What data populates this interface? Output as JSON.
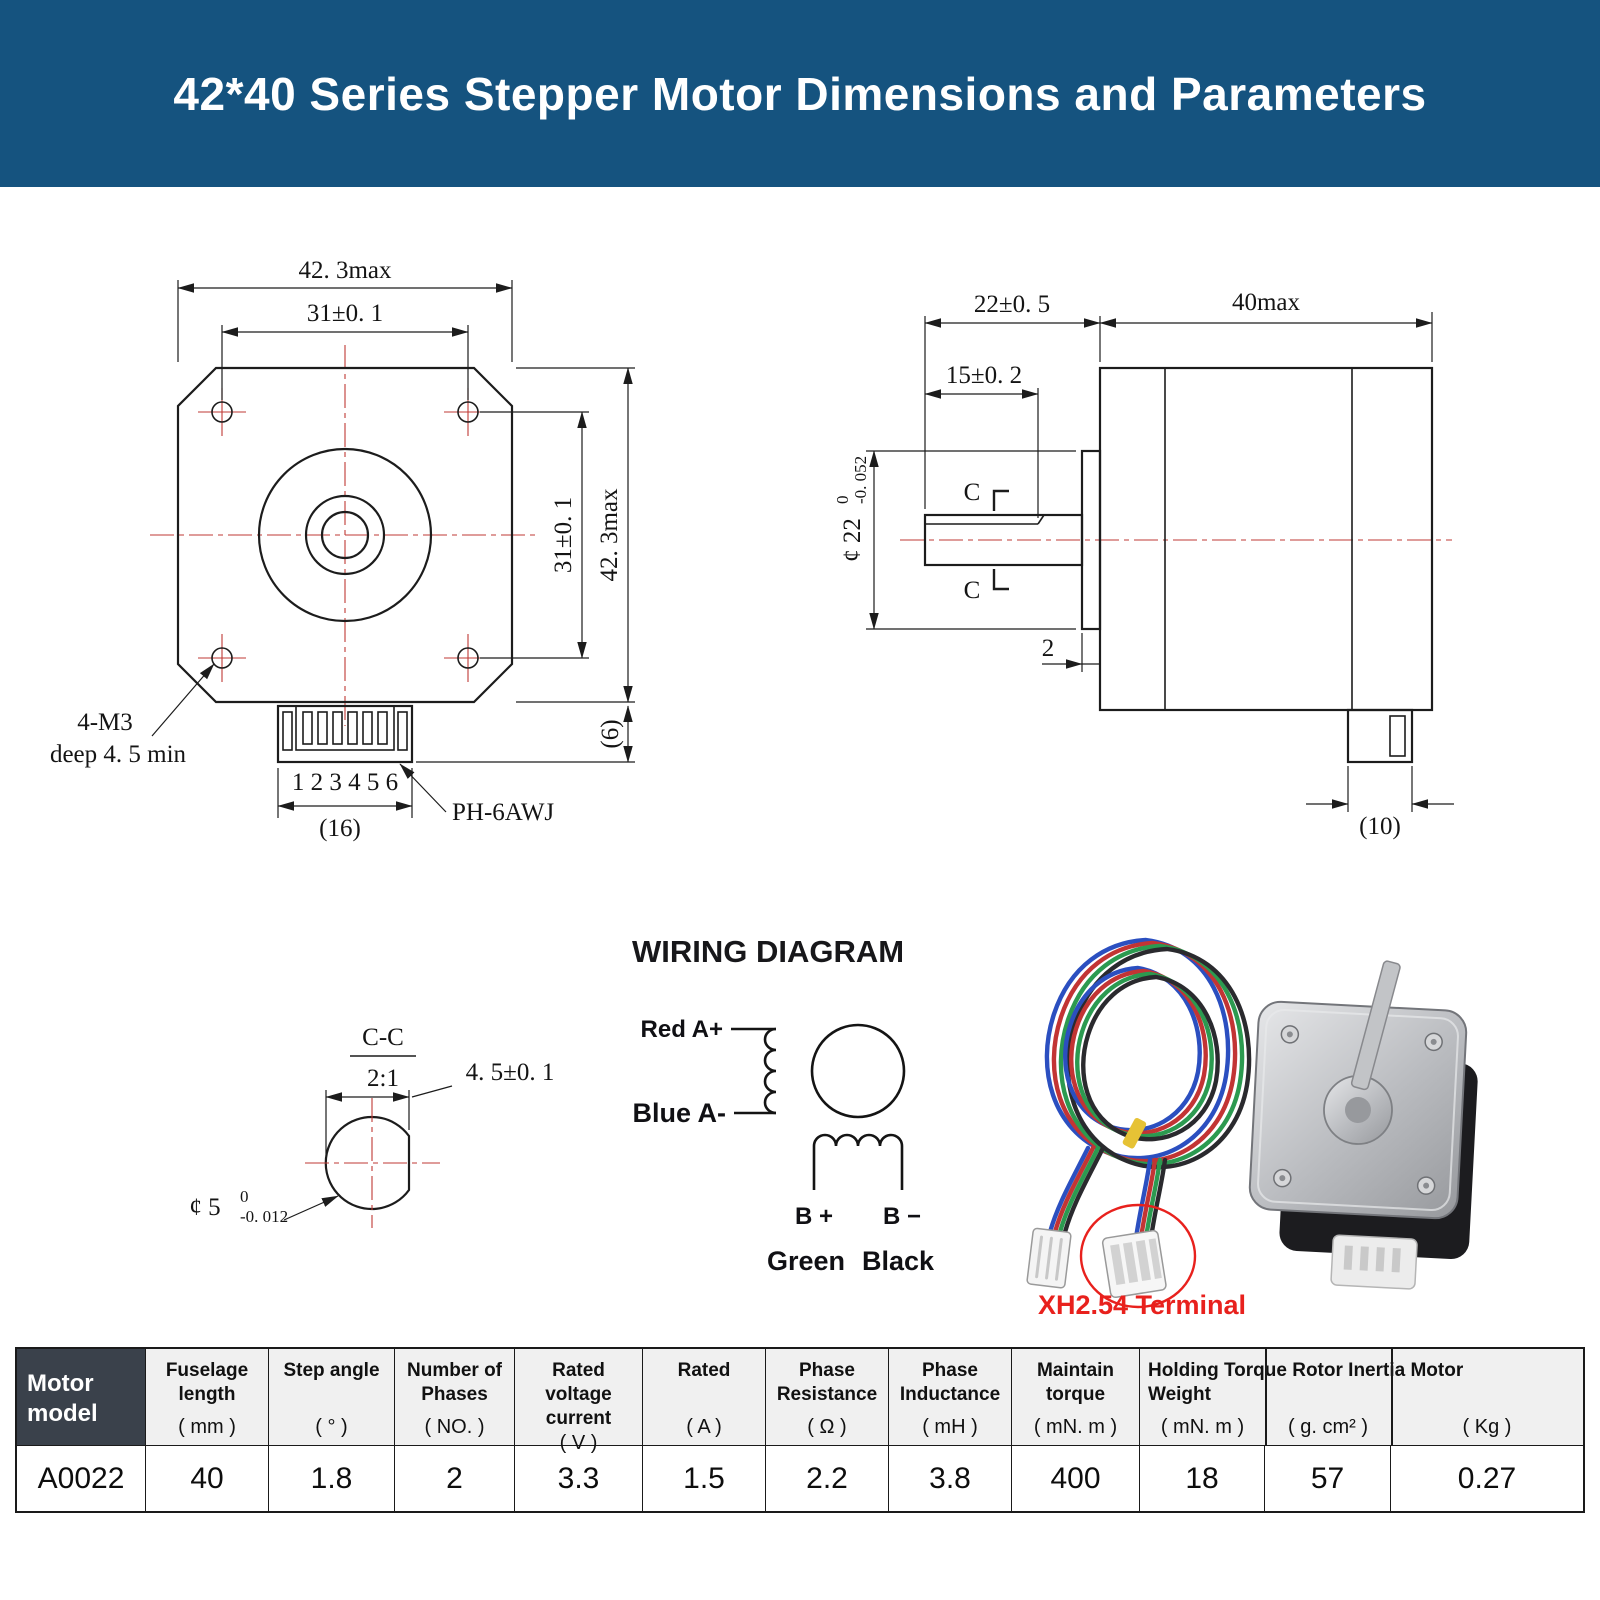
{
  "header": {
    "title": "42*40 Series Stepper Motor Dimensions and Parameters"
  },
  "colors": {
    "banner_bg": "#15537f",
    "centerline_red": "#bf3a34",
    "annotation_red": "#e8211d",
    "table_header_bg": "#f0f0f0",
    "table_dark_cell_bg": "#3a414b",
    "wire_blue": "#2b4fc0",
    "wire_red": "#c23434",
    "wire_green": "#2c9a50",
    "wire_black": "#2a2a2e"
  },
  "front_view": {
    "dim_width_max": "42. 3max",
    "dim_hole_spacing_h": "31±0. 1",
    "dim_hole_spacing_v": "31±0. 1",
    "dim_height_max": "42. 3max",
    "thread_note_line1": "4-M3",
    "thread_note_line2": "deep 4. 5 min",
    "pin_numbers": "1 2 3 4 5 6",
    "dim_connector_width": "(16)",
    "connector_type": "PH-6AWJ",
    "dim_connector_height": "(6)"
  },
  "side_view": {
    "dim_shaft_total": "22±0. 5",
    "dim_body_length": "40max",
    "dim_flat_length": "15±0. 2",
    "dim_boss_dia": "¢ 22",
    "boss_tol_upper": "0",
    "boss_tol_lower": "-0. 052",
    "section_mark_top": "C",
    "section_mark_bottom": "C",
    "dim_boss_length": "2",
    "dim_connector_depth": "(10)"
  },
  "section_cc": {
    "label": "C-C",
    "scale": "2:1",
    "dim_flat": "4. 5±0. 1",
    "dim_dia": "¢ 5",
    "dia_tol_upper": "0",
    "dia_tol_lower": "-0. 012"
  },
  "wiring": {
    "title": "WIRING DIAGRAM",
    "phase_a_pos": "Red A+",
    "phase_a_neg": "Blue A-",
    "phase_b_pos": "B +",
    "phase_b_neg": "B −",
    "phase_b_pos_color": "Green",
    "phase_b_neg_color": "Black"
  },
  "photo": {
    "terminal_label": "XH2.54 Terminal"
  },
  "table": {
    "columns": [
      {
        "label": "Motor model",
        "unit": ""
      },
      {
        "label": "Fuselage length",
        "unit": "( mm )"
      },
      {
        "label": "Step angle",
        "unit": "( ° )"
      },
      {
        "label": "Number of Phases",
        "unit": "( NO. )"
      },
      {
        "label": "Rated voltage current",
        "unit": "( V )"
      },
      {
        "label": "Rated",
        "unit": "( A )"
      },
      {
        "label": "Phase Resistance",
        "unit": "( Ω )"
      },
      {
        "label": "Phase Inductance",
        "unit": "( mH )"
      },
      {
        "label": "Maintain torque",
        "unit": "( mN. m )"
      }
    ],
    "holding_group": {
      "line1": "Holding Torque Rotor Inertia Motor",
      "line2": "Weight",
      "units": [
        "( mN. m )",
        "( g. cm² )",
        "( Kg )"
      ]
    },
    "row": [
      "A0022",
      "40",
      "1.8",
      "2",
      "3.3",
      "1.5",
      "2.2",
      "3.8",
      "400",
      "18",
      "57",
      "0.27"
    ]
  }
}
